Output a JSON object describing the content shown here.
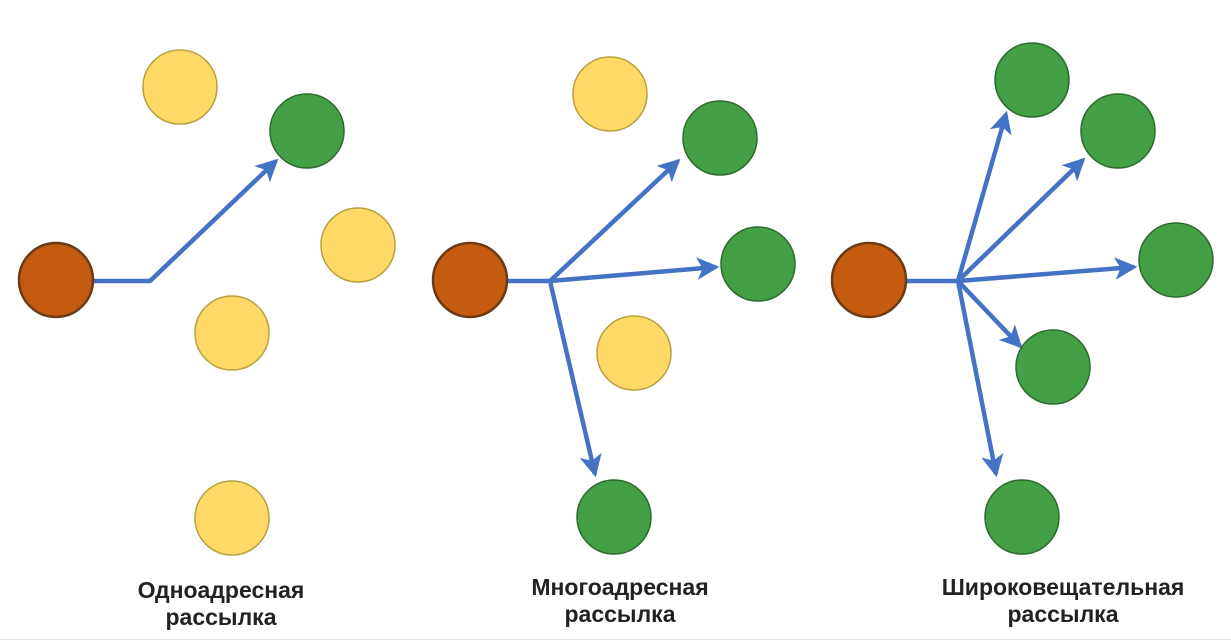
{
  "colors": {
    "source_fill": "#c55a11",
    "source_stroke": "#6b3a17",
    "receiver_fill": "#43a047",
    "receiver_stroke": "#2e6b2e",
    "idle_fill": "#ffd966",
    "idle_stroke": "#b8a040",
    "arrow": "#4472c4"
  },
  "legend_icons": {
    "source": "source-node-icon",
    "receiver": "receiver-node-icon",
    "idle": "idle-node-icon"
  },
  "panels": {
    "unicast": {
      "caption_line1": "Одноадресная",
      "caption_line2": "рассылка",
      "receivers": 1,
      "idle_nodes": 4
    },
    "multicast": {
      "caption_line1": "Многоадресная",
      "caption_line2": "рассылка",
      "receivers": 3,
      "idle_nodes": 2
    },
    "broadcast": {
      "caption_line1": "Широковещательная",
      "caption_line2": "рассылка",
      "receivers": 5,
      "idle_nodes": 0
    }
  }
}
